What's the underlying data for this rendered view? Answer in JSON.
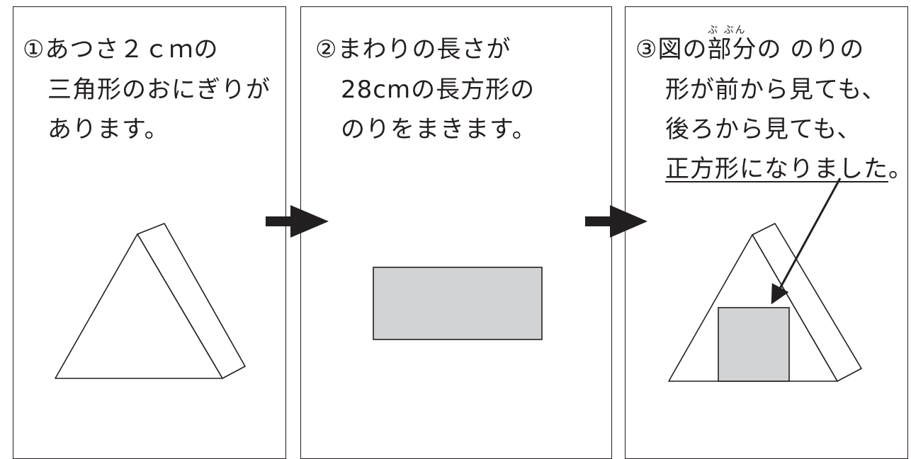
{
  "steps": [
    {
      "lines": [
        "①あつさ２ｃｍの",
        "三角形のおにぎりが",
        "あります。"
      ]
    },
    {
      "lines": [
        "②まわりの長さが",
        "28cmの長方形の",
        "のりをまきます。"
      ]
    },
    {
      "ruby": "ぶ ぶん",
      "lines": [
        "③図の部分の のりの",
        "形が前から見ても、",
        "後ろから見ても、"
      ],
      "underlined": "正方形になりました",
      "tail": "。"
    }
  ],
  "colors": {
    "stroke": "#231f20",
    "nori_fill": "#d2d3d5",
    "arrow": "#231f20"
  },
  "icons": [
    "right-arrow-icon",
    "right-arrow-icon",
    "pointer-arrow"
  ]
}
